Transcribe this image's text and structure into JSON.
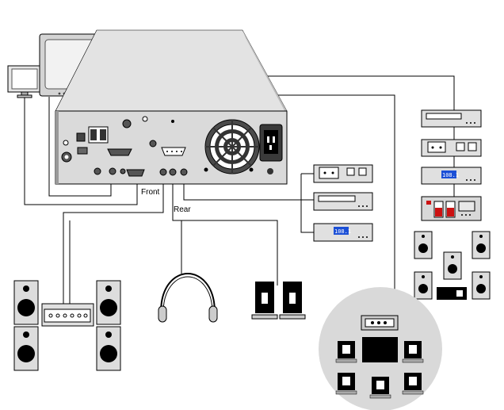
{
  "labels": {
    "front": "Front",
    "rear": "Rear",
    "lcd_display": "108.1"
  },
  "icons": {
    "monitor_small": "crt-monitor-icon",
    "monitor_large": "crt-monitor-icon",
    "computer": "pc-chassis-icon",
    "power_supply_fan": "fan-icon",
    "power_socket": "power-socket-icon",
    "amplifier": "amplifier-icon",
    "headphones": "headphones-icon",
    "speaker": "speaker-icon",
    "component": "stereo-component-icon",
    "surround_system": "home-theater-icon"
  },
  "colors": {
    "line": "#000000",
    "chassis": "#e0e0e0",
    "chassis_dark": "#c0c0c0",
    "lcd": "#1b4fd6",
    "accent_red": "#cc1111",
    "theater_bg": "#d9d9d9"
  }
}
